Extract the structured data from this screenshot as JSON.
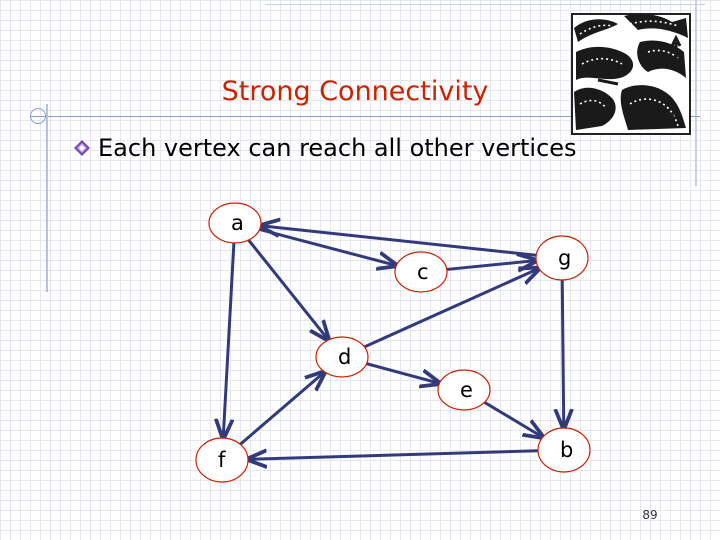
{
  "slide": {
    "title": "Strong Connectivity",
    "bullet": "Each vertex can reach all other vertices",
    "page_number": "89"
  },
  "graph": {
    "nodes": [
      {
        "id": "a",
        "label": "a"
      },
      {
        "id": "c",
        "label": "c"
      },
      {
        "id": "g",
        "label": "g"
      },
      {
        "id": "d",
        "label": "d"
      },
      {
        "id": "e",
        "label": "e"
      },
      {
        "id": "f",
        "label": "f"
      },
      {
        "id": "b",
        "label": "b"
      }
    ],
    "edges": [
      {
        "from": "a",
        "to": "c"
      },
      {
        "from": "a",
        "to": "d"
      },
      {
        "from": "a",
        "to": "f"
      },
      {
        "from": "g",
        "to": "a"
      },
      {
        "from": "c",
        "to": "g"
      },
      {
        "from": "d",
        "to": "g"
      },
      {
        "from": "d",
        "to": "e"
      },
      {
        "from": "g",
        "to": "b"
      },
      {
        "from": "e",
        "to": "b"
      },
      {
        "from": "f",
        "to": "d"
      },
      {
        "from": "b",
        "to": "f"
      }
    ]
  },
  "colors": {
    "title": "#cc2200",
    "node_fill": "#ffffff",
    "node_stroke": "#cc2200",
    "edge": "#333a7a",
    "bullet": "#7a4aa8"
  },
  "icons": {
    "bullet": "diamond-bullet-icon",
    "clipart": "maze-arrows-icon"
  }
}
